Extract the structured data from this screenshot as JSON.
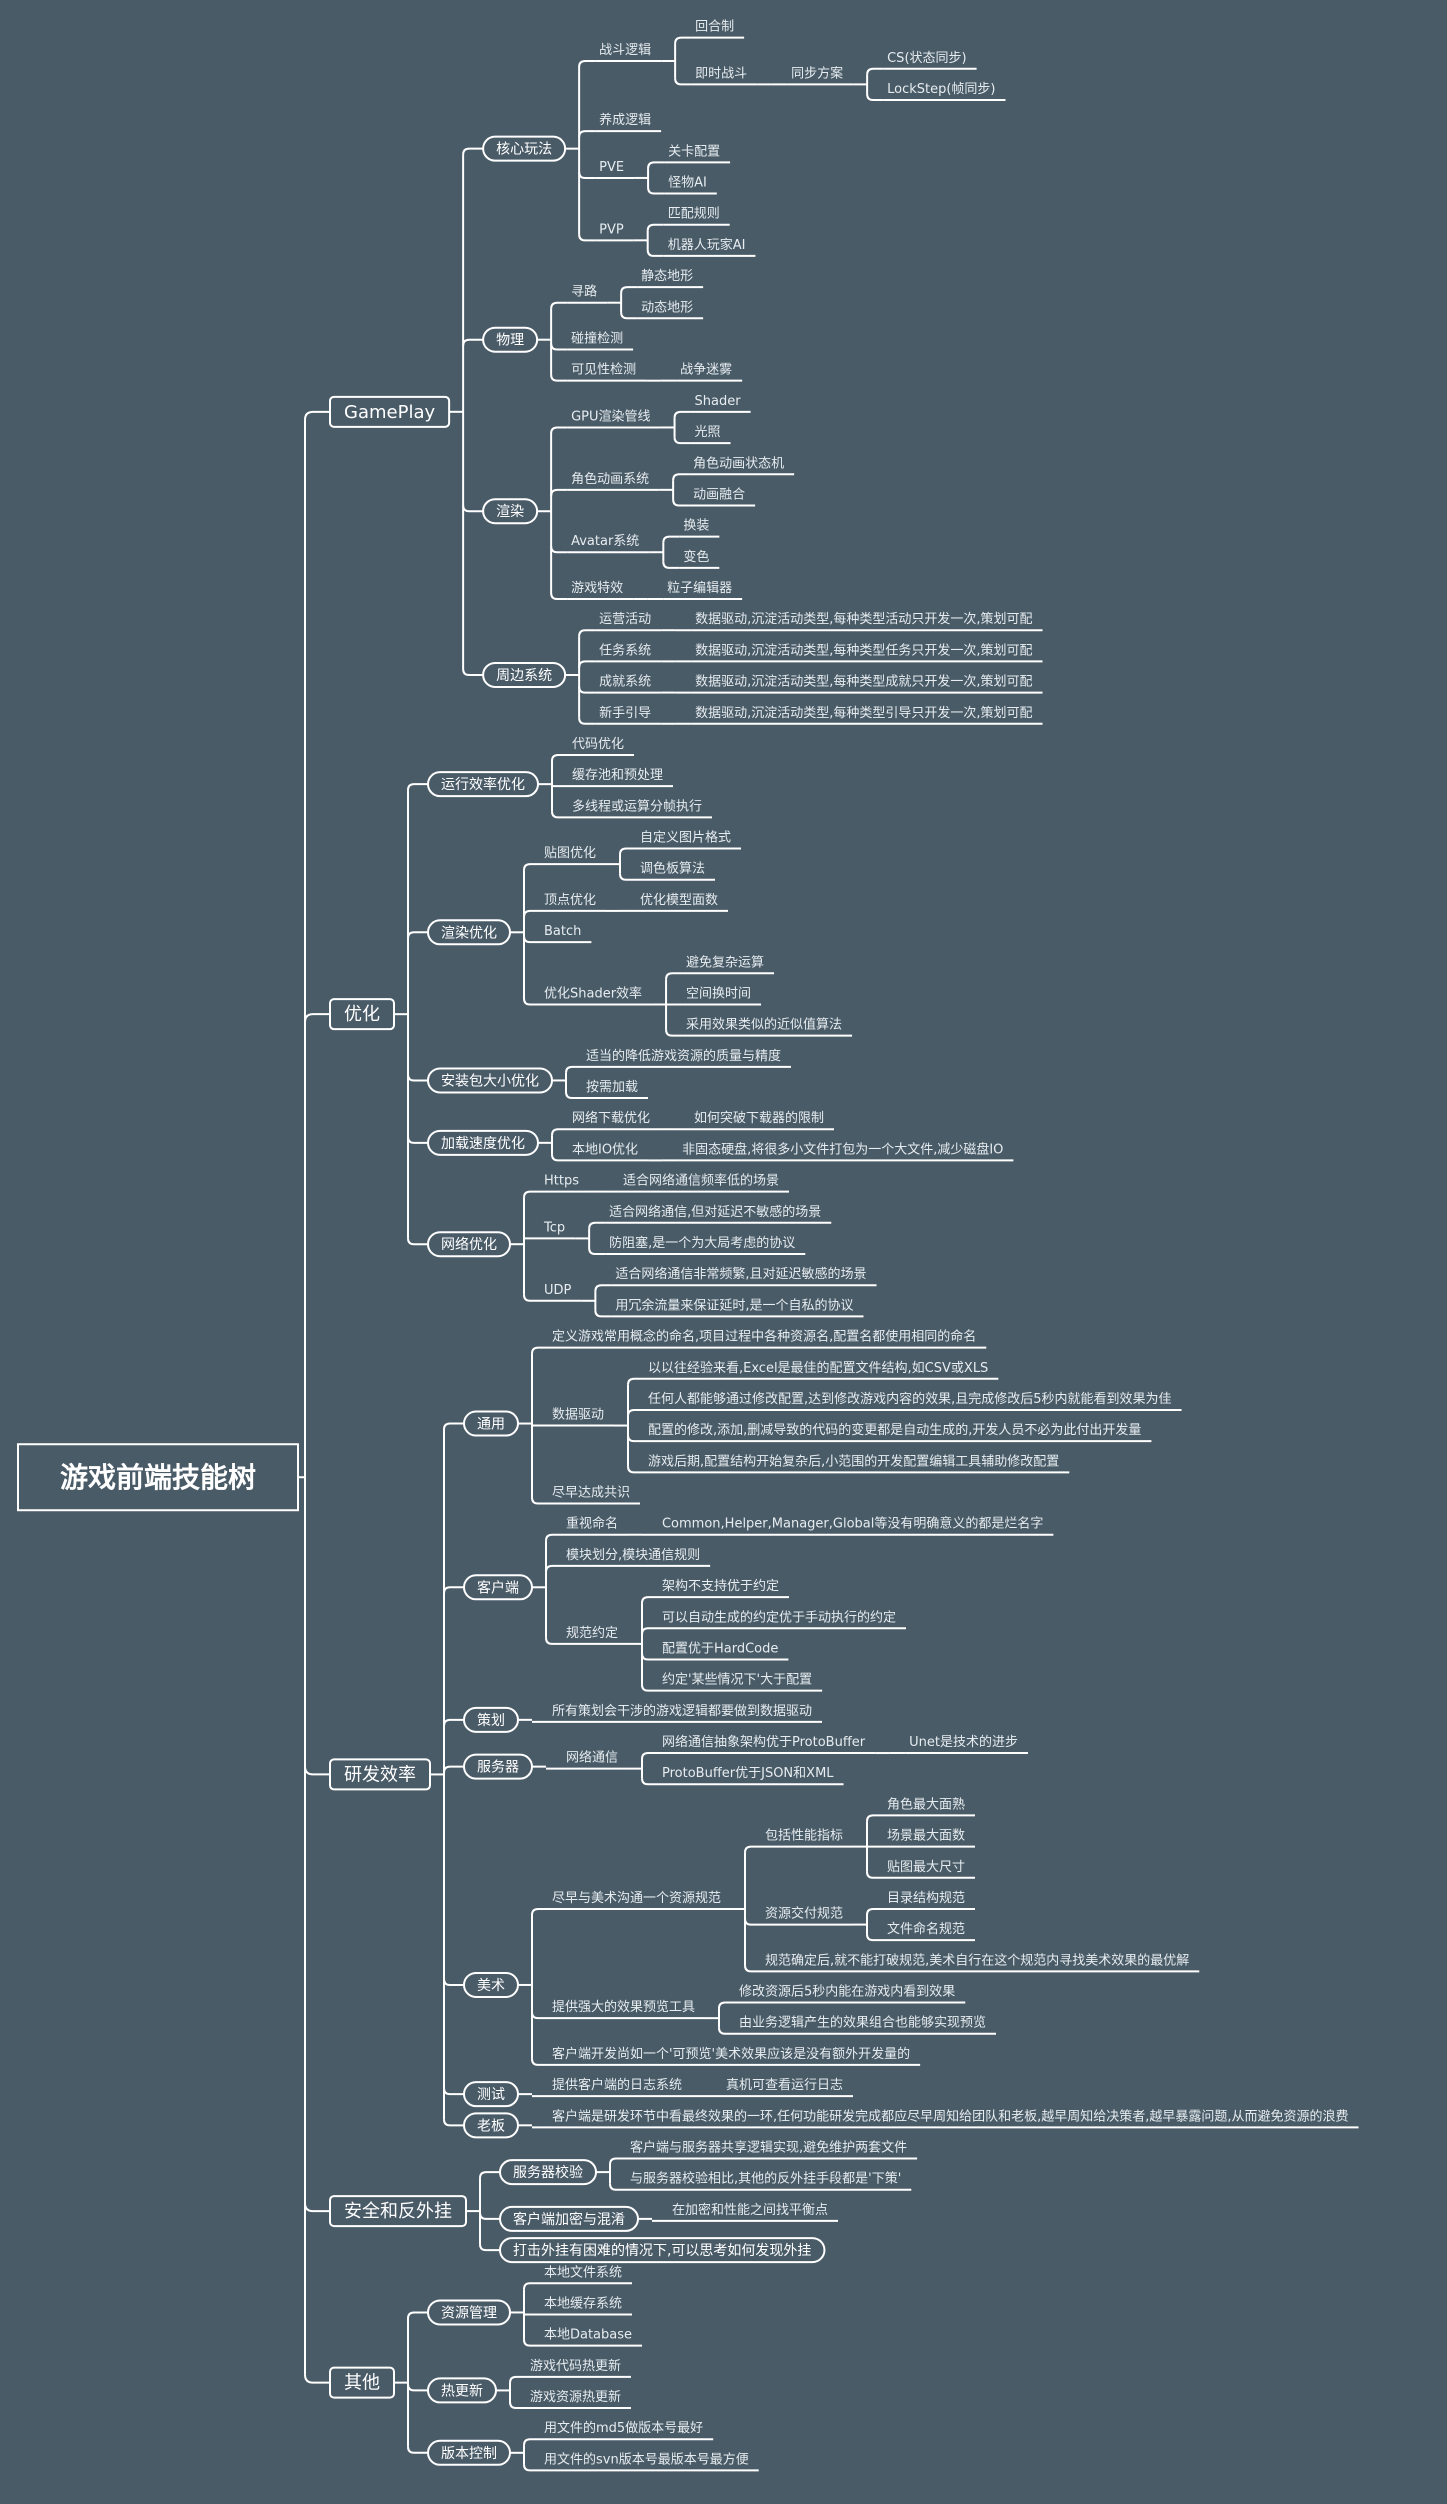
{
  "root": {
    "label": "游戏前端技能树"
  },
  "branches": [
    {
      "label": "GamePlay",
      "children": [
        {
          "label": "核心玩法",
          "children": [
            {
              "label": "战斗逻辑",
              "children": [
                {
                  "label": "回合制"
                },
                {
                  "label": "即时战斗",
                  "children": [
                    {
                      "label": "同步方案",
                      "children": [
                        {
                          "label": "CS(状态同步)"
                        },
                        {
                          "label": "LockStep(帧同步)"
                        }
                      ]
                    }
                  ]
                }
              ]
            },
            {
              "label": "养成逻辑"
            },
            {
              "label": "PVE",
              "children": [
                {
                  "label": "关卡配置"
                },
                {
                  "label": "怪物AI"
                }
              ]
            },
            {
              "label": "PVP",
              "children": [
                {
                  "label": "匹配规则"
                },
                {
                  "label": "机器人玩家AI"
                }
              ]
            }
          ]
        },
        {
          "label": "物理",
          "children": [
            {
              "label": "寻路",
              "children": [
                {
                  "label": "静态地形"
                },
                {
                  "label": "动态地形"
                }
              ]
            },
            {
              "label": "碰撞检测"
            },
            {
              "label": "可见性检测",
              "children": [
                {
                  "label": "战争迷雾"
                }
              ]
            }
          ]
        },
        {
          "label": "渲染",
          "children": [
            {
              "label": "GPU渲染管线",
              "children": [
                {
                  "label": "Shader"
                },
                {
                  "label": "光照"
                }
              ]
            },
            {
              "label": "角色动画系统",
              "children": [
                {
                  "label": "角色动画状态机"
                },
                {
                  "label": "动画融合"
                }
              ]
            },
            {
              "label": "Avatar系统",
              "children": [
                {
                  "label": "换装"
                },
                {
                  "label": "变色"
                }
              ]
            },
            {
              "label": "游戏特效",
              "children": [
                {
                  "label": "粒子编辑器"
                }
              ]
            }
          ]
        },
        {
          "label": "周边系统",
          "children": [
            {
              "label": "运营活动",
              "children": [
                {
                  "label": "数据驱动,沉淀活动类型,每种类型活动只开发一次,策划可配"
                }
              ]
            },
            {
              "label": "任务系统",
              "children": [
                {
                  "label": "数据驱动,沉淀活动类型,每种类型任务只开发一次,策划可配"
                }
              ]
            },
            {
              "label": "成就系统",
              "children": [
                {
                  "label": "数据驱动,沉淀活动类型,每种类型成就只开发一次,策划可配"
                }
              ]
            },
            {
              "label": "新手引导",
              "children": [
                {
                  "label": "数据驱动,沉淀活动类型,每种类型引导只开发一次,策划可配"
                }
              ]
            }
          ]
        }
      ]
    },
    {
      "label": "优化",
      "children": [
        {
          "label": "运行效率优化",
          "children": [
            {
              "label": "代码优化"
            },
            {
              "label": "缓存池和预处理"
            },
            {
              "label": "多线程或运算分帧执行"
            }
          ]
        },
        {
          "label": "渲染优化",
          "children": [
            {
              "label": "贴图优化",
              "children": [
                {
                  "label": "自定义图片格式"
                },
                {
                  "label": "调色板算法"
                }
              ]
            },
            {
              "label": "顶点优化",
              "children": [
                {
                  "label": "优化模型面数"
                }
              ]
            },
            {
              "label": "Batch"
            },
            {
              "label": "优化Shader效率",
              "children": [
                {
                  "label": "避免复杂运算"
                },
                {
                  "label": "空间换时间"
                },
                {
                  "label": "采用效果类似的近似值算法"
                }
              ]
            }
          ]
        },
        {
          "label": "安装包大小优化",
          "children": [
            {
              "label": "适当的降低游戏资源的质量与精度"
            },
            {
              "label": "按需加载"
            }
          ]
        },
        {
          "label": "加载速度优化",
          "children": [
            {
              "label": "网络下载优化",
              "children": [
                {
                  "label": "如何突破下载器的限制"
                }
              ]
            },
            {
              "label": "本地IO优化",
              "children": [
                {
                  "label": "非固态硬盘,将很多小文件打包为一个大文件,减少磁盘IO"
                }
              ]
            }
          ]
        },
        {
          "label": "网络优化",
          "children": [
            {
              "label": "Https",
              "children": [
                {
                  "label": "适合网络通信频率低的场景"
                }
              ]
            },
            {
              "label": "Tcp",
              "children": [
                {
                  "label": "适合网络通信,但对延迟不敏感的场景"
                },
                {
                  "label": "防阻塞,是一个为大局考虑的协议"
                }
              ]
            },
            {
              "label": "UDP",
              "children": [
                {
                  "label": "适合网络通信非常频繁,且对延迟敏感的场景"
                },
                {
                  "label": "用冗余流量来保证延时,是一个自私的协议"
                }
              ]
            }
          ]
        }
      ]
    },
    {
      "label": "研发效率",
      "children": [
        {
          "label": "通用",
          "children": [
            {
              "label": "定义游戏常用概念的命名,项目过程中各种资源名,配置名都使用相同的命名"
            },
            {
              "label": "数据驱动",
              "children": [
                {
                  "label": "以以往经验来看,Excel是最佳的配置文件结构,如CSV或XLS"
                },
                {
                  "label": "任何人都能够通过修改配置,达到修改游戏内容的效果,且完成修改后5秒内就能看到效果为佳"
                },
                {
                  "label": "配置的修改,添加,删减导致的代码的变更都是自动生成的,开发人员不必为此付出开发量"
                },
                {
                  "label": "游戏后期,配置结构开始复杂后,小范围的开发配置编辑工具辅助修改配置"
                }
              ]
            },
            {
              "label": "尽早达成共识"
            }
          ]
        },
        {
          "label": "客户端",
          "children": [
            {
              "label": "重视命名",
              "children": [
                {
                  "label": "Common,Helper,Manager,Global等没有明确意义的都是烂名字"
                }
              ]
            },
            {
              "label": "模块划分,模块通信规则"
            },
            {
              "label": "规范约定",
              "children": [
                {
                  "label": "架构不支持优于约定"
                },
                {
                  "label": "可以自动生成的约定优于手动执行的约定"
                },
                {
                  "label": "配置优于HardCode"
                },
                {
                  "label": "约定'某些情况下'大于配置"
                }
              ]
            }
          ]
        },
        {
          "label": "策划",
          "children": [
            {
              "label": "所有策划会干涉的游戏逻辑都要做到数据驱动"
            }
          ]
        },
        {
          "label": "服务器",
          "children": [
            {
              "label": "网络通信",
              "children": [
                {
                  "label": "网络通信抽象架构优于ProtoBuffer",
                  "children": [
                    {
                      "label": "Unet是技术的进步"
                    }
                  ]
                },
                {
                  "label": "ProtoBuffer优于JSON和XML"
                }
              ]
            }
          ]
        },
        {
          "label": "美术",
          "children": [
            {
              "label": "尽早与美术沟通一个资源规范",
              "children": [
                {
                  "label": "包括性能指标",
                  "children": [
                    {
                      "label": "角色最大面熟"
                    },
                    {
                      "label": "场景最大面数"
                    },
                    {
                      "label": "贴图最大尺寸"
                    }
                  ]
                },
                {
                  "label": "资源交付规范",
                  "children": [
                    {
                      "label": "目录结构规范"
                    },
                    {
                      "label": "文件命名规范"
                    }
                  ]
                },
                {
                  "label": "规范确定后,就不能打破规范,美术自行在这个规范内寻找美术效果的最优解"
                }
              ]
            },
            {
              "label": "提供强大的效果预览工具",
              "children": [
                {
                  "label": "修改资源后5秒内能在游戏内看到效果"
                },
                {
                  "label": "由业务逻辑产生的效果组合也能够实现预览"
                }
              ]
            },
            {
              "label": "客户端开发尚如一个'可预览'美术效果应该是没有额外开发量的"
            }
          ]
        },
        {
          "label": "测试",
          "children": [
            {
              "label": "提供客户端的日志系统",
              "children": [
                {
                  "label": "真机可查看运行日志"
                }
              ]
            }
          ]
        },
        {
          "label": "老板",
          "children": [
            {
              "label": "客户端是研发环节中看最终效果的一环,任何功能研发完成都应尽早周知给团队和老板,越早周知给决策者,越早暴露问题,从而避免资源的浪费"
            }
          ]
        }
      ]
    },
    {
      "label": "安全和反外挂",
      "children": [
        {
          "label": "服务器校验",
          "children": [
            {
              "label": "客户端与服务器共享逻辑实现,避免维护两套文件"
            },
            {
              "label": "与服务器校验相比,其他的反外挂手段都是'下策'"
            }
          ]
        },
        {
          "label": "客户端加密与混淆",
          "children": [
            {
              "label": "在加密和性能之间找平衡点"
            }
          ]
        },
        {
          "label": "打击外挂有困难的情况下,可以思考如何发现外挂"
        }
      ]
    },
    {
      "label": "其他",
      "children": [
        {
          "label": "资源管理",
          "children": [
            {
              "label": "本地文件系统"
            },
            {
              "label": "本地缓存系统"
            },
            {
              "label": "本地Database"
            }
          ]
        },
        {
          "label": "热更新",
          "children": [
            {
              "label": "游戏代码热更新"
            },
            {
              "label": "游戏资源热更新"
            }
          ]
        },
        {
          "label": "版本控制",
          "children": [
            {
              "label": "用文件的md5做版本号最好"
            },
            {
              "label": "用文件的svn版本号最版本号最方便"
            }
          ]
        }
      ]
    }
  ]
}
